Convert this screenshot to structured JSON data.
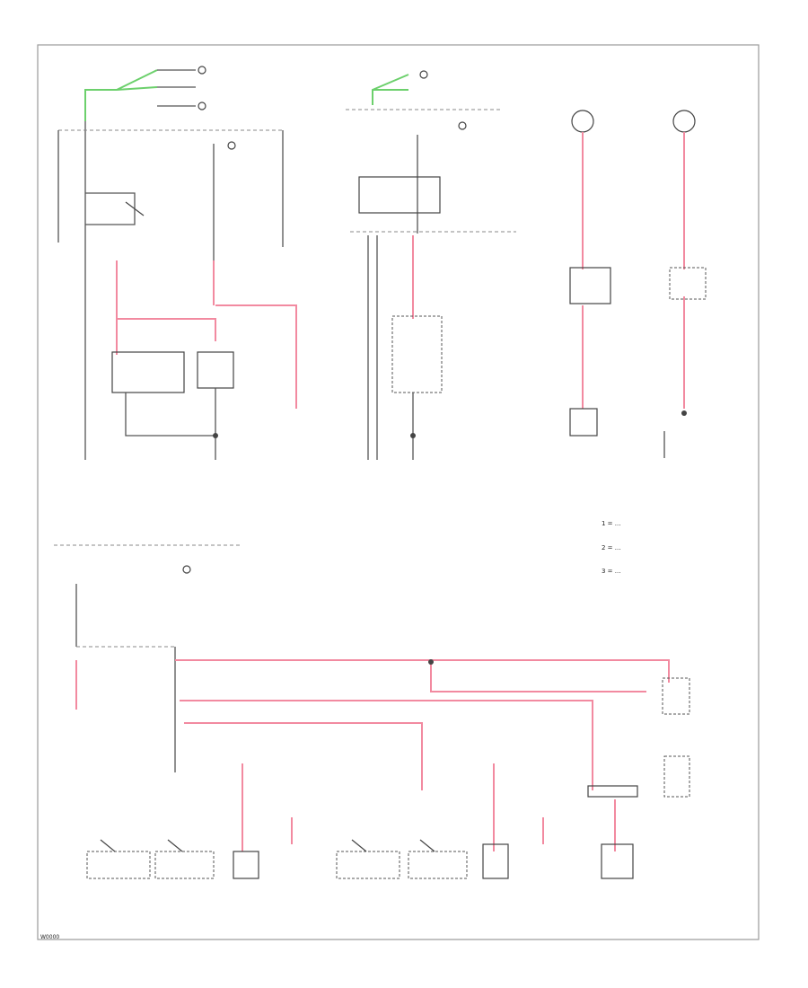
{
  "footer_code": "W0000",
  "legend": [
    "1 = ...",
    "2 = ...",
    "3 = ..."
  ]
}
